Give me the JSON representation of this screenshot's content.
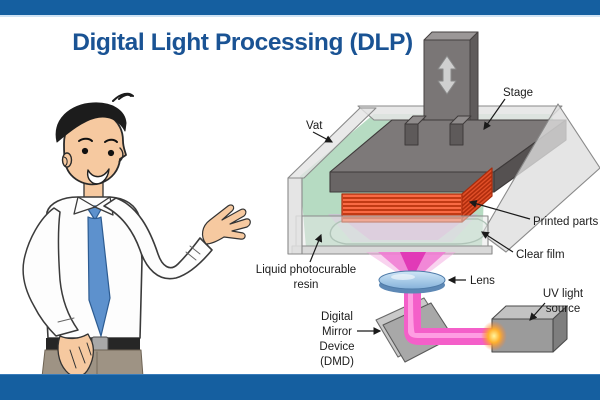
{
  "header": {
    "title": "Digital Light Processing (DLP)"
  },
  "theme": {
    "bar_color": "#155fa0",
    "title_color": "#1a5394",
    "background": "#ffffff",
    "resin_green": "#b6dbc2",
    "printed_parts_red": "#f96a44",
    "uv_beam_pink": "#f45fc9",
    "lens_blue": "#a9cdea",
    "uv_glow_orange": "#ffb02e",
    "machine_gray": "#7d7979",
    "vat_gray": "#e4e4e4",
    "label_color": "#1c1c1c"
  },
  "diagram": {
    "labels": {
      "stage": "Stage",
      "vat": "Vat",
      "printed_parts": "Printed parts",
      "clear_film": "Clear film",
      "resin_line1": "Liquid photocurable",
      "resin_line2": "resin",
      "lens": "Lens",
      "dmd_line1": "Digital",
      "dmd_line2": "Mirror",
      "dmd_line3": "Device",
      "dmd_line4": "(DMD)",
      "uv_line1": "UV light",
      "uv_line2": "source"
    }
  }
}
